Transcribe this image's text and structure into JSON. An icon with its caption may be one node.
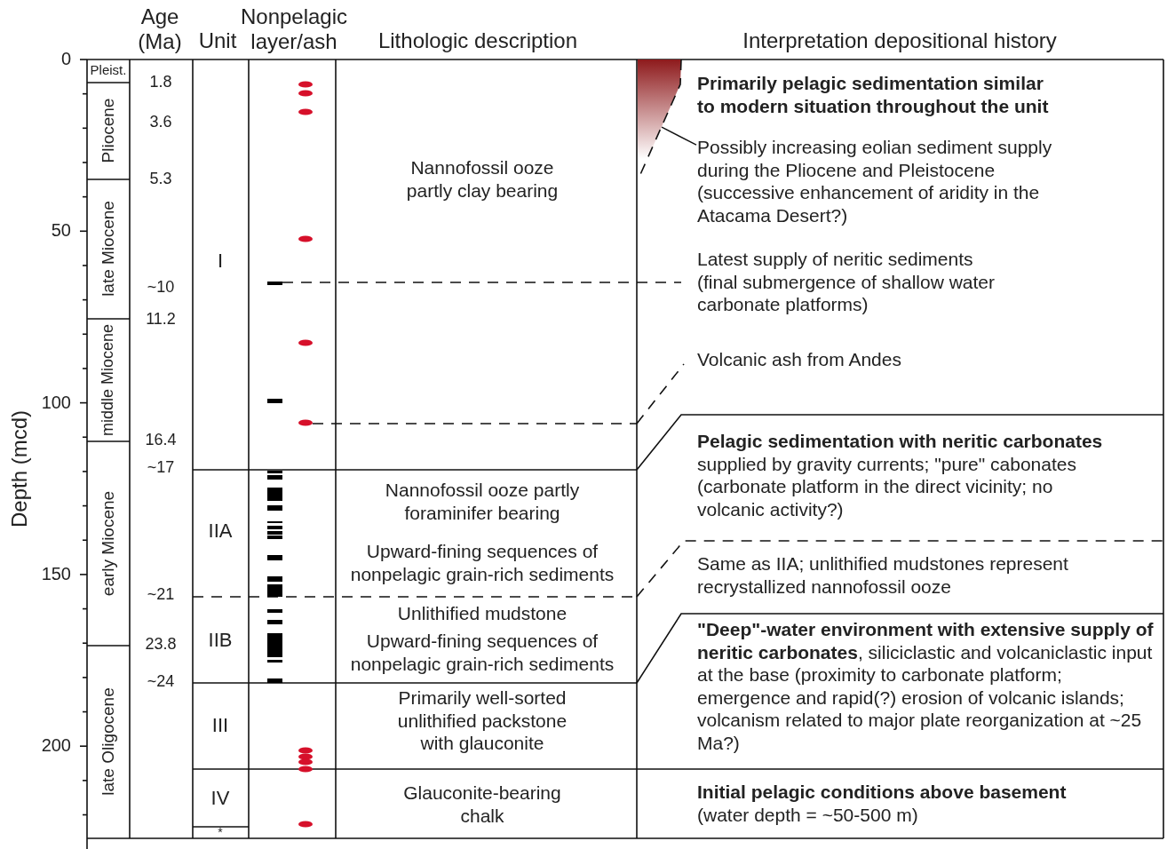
{
  "diagram": {
    "nodes": [
      {
        "text": [
          "Possibly increasing eolian sediment supply during the Pliocene and Pleistocene (successive enhancement of aridity in the Atacama Desert?)"
        ]
      },
      {
        "text": [],
        "shape": "picture"
      }
    ],
    "edges": [
      {
        "from": 0,
        "to": 1,
        "arrow": "none"
      }
    ],
    "labels": [
      "Age (Ma)",
      "Unit",
      "Nonpelagic layer/ash",
      "Lithologic description",
      "Interpretation depositional history",
      "Depth (mcd)",
      "0",
      "50",
      "100",
      "150",
      "200",
      "Pleist.",
      "Pliocene",
      "late Miocene",
      "middle Miocene",
      "early Miocene",
      "late Oligocene",
      "1.8",
      "3.6",
      "5.3",
      "~10",
      "11.2",
      "16.4",
      "~17",
      "~21",
      "23.8",
      "~24",
      "I",
      "IIA",
      "IIB",
      "III",
      "IV",
      "*",
      "Nannofossil ooze partly clay bearing",
      "Nannofossil ooze partly foraminifer bearing",
      "Upward-fining sequences of nonpelagic grain-rich sediments",
      "Unlithified mudstone",
      "Upward-fining sequences of nonpelagic grain-rich sediments",
      "Primarily well-sorted unlithified packstone with glauconite",
      "Glauconite-bearing chalk",
      "Primarily pelagic sedimentation similar to modern situation throughout the unit",
      "Latest supply of neritic sediments (final submergence of shallow water carbonate platforms)",
      "Volcanic ash from Andes",
      "**Pelagic sedimentation with neritic carbonates** supplied by gravity currents; \"pure\" cabonates (carbonate platform in the direct vicinity; no volcanic activity?)",
      "Same as IIA; unlithified mudstones represent recrystallized nannofossil ooze",
      "**\"Deep\"-water environment with extensive supply of neritic carbonates**, siliciclastic and volcaniclastic input at the base (proximity to carbonate platform; emergence and rapid(?) erosion of volcanic islands; volcanism related to major plate reorganization at ~25 Ma?)",
      "**Initial pelagic conditions above basement** (water depth = ~50-500 m)"
    ]
  }
}
